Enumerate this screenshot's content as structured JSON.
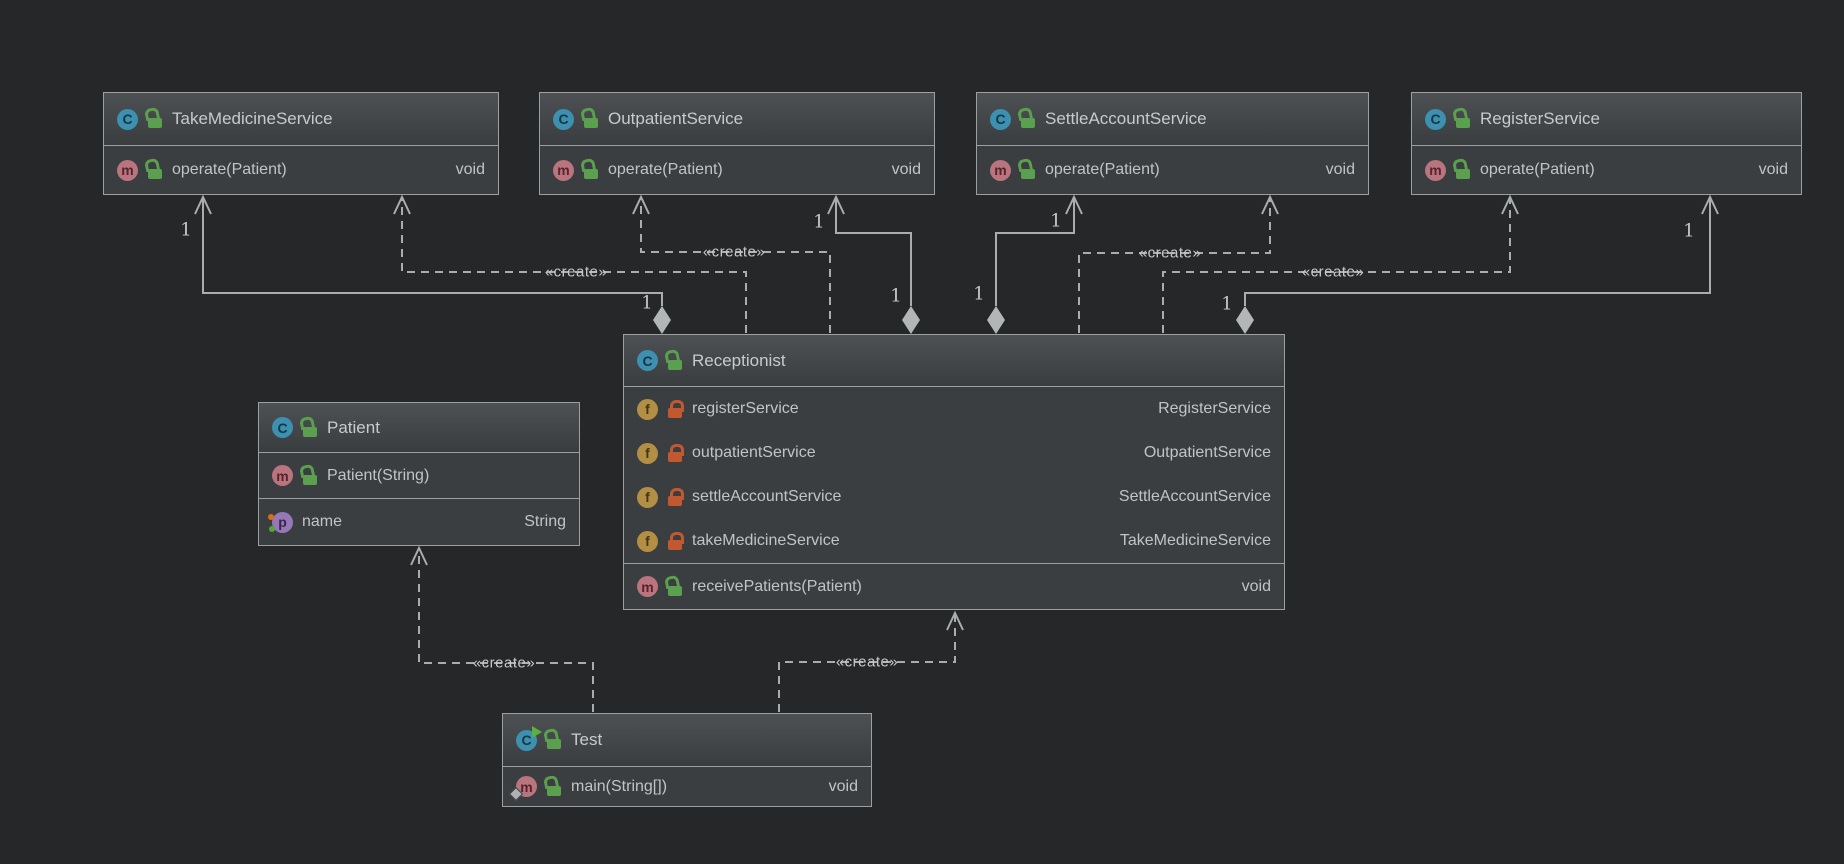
{
  "diagram": {
    "type": "uml-class-diagram",
    "theme": "darcula",
    "background_color": "#252729",
    "edge_color": "#a9adae",
    "box_body_color": "#3b3e40",
    "box_header_color": "#4d5153",
    "border_color": "#9ba1a3"
  },
  "icons": {
    "class_letter": "C",
    "method_letter": "m",
    "field_letter": "f",
    "property_letter": "p"
  },
  "edges": {
    "create_label": "«create»",
    "multiplicity_one": "1"
  },
  "relationships": [
    {
      "from": "Receptionist",
      "to": "TakeMedicineService",
      "type": "aggregation",
      "multiplicity": "1"
    },
    {
      "from": "Receptionist",
      "to": "OutpatientService",
      "type": "aggregation",
      "multiplicity": "1"
    },
    {
      "from": "Receptionist",
      "to": "SettleAccountService",
      "type": "aggregation",
      "multiplicity": "1"
    },
    {
      "from": "Receptionist",
      "to": "RegisterService",
      "type": "aggregation",
      "multiplicity": "1"
    },
    {
      "from": "Receptionist",
      "to": "TakeMedicineService",
      "type": "create"
    },
    {
      "from": "Receptionist",
      "to": "OutpatientService",
      "type": "create"
    },
    {
      "from": "Receptionist",
      "to": "SettleAccountService",
      "type": "create"
    },
    {
      "from": "Receptionist",
      "to": "RegisterService",
      "type": "create"
    },
    {
      "from": "Test",
      "to": "Patient",
      "type": "create"
    },
    {
      "from": "Test",
      "to": "Receptionist",
      "type": "create"
    }
  ],
  "classes": [
    {
      "name": "TakeMedicineService",
      "methods": [
        {
          "name": "operate(Patient)",
          "type": "void",
          "visibility": "public"
        }
      ]
    },
    {
      "name": "OutpatientService",
      "methods": [
        {
          "name": "operate(Patient)",
          "type": "void",
          "visibility": "public"
        }
      ]
    },
    {
      "name": "SettleAccountService",
      "methods": [
        {
          "name": "operate(Patient)",
          "type": "void",
          "visibility": "public"
        }
      ]
    },
    {
      "name": "RegisterService",
      "methods": [
        {
          "name": "operate(Patient)",
          "type": "void",
          "visibility": "public"
        }
      ]
    },
    {
      "name": "Receptionist",
      "fields": [
        {
          "name": "registerService",
          "type": "RegisterService",
          "visibility": "private"
        },
        {
          "name": "outpatientService",
          "type": "OutpatientService",
          "visibility": "private"
        },
        {
          "name": "settleAccountService",
          "type": "SettleAccountService",
          "visibility": "private"
        },
        {
          "name": "takeMedicineService",
          "type": "TakeMedicineService",
          "visibility": "private"
        }
      ],
      "methods": [
        {
          "name": "receivePatients(Patient)",
          "type": "void",
          "visibility": "public"
        }
      ]
    },
    {
      "name": "Patient",
      "methods": [
        {
          "name": "Patient(String)",
          "type": "",
          "visibility": "public"
        }
      ],
      "properties": [
        {
          "name": "name",
          "type": "String"
        }
      ]
    },
    {
      "name": "Test",
      "runnable": true,
      "methods": [
        {
          "name": "main(String[])",
          "type": "void",
          "visibility": "public",
          "entry_point": true
        }
      ]
    }
  ]
}
